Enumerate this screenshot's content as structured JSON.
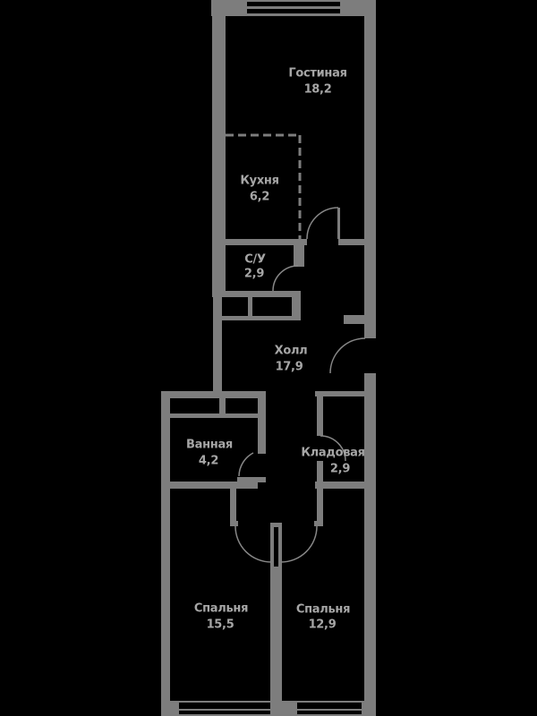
{
  "plan": {
    "kind": "apartment-floor-plan",
    "colors": {
      "background": "#000000",
      "walls": "#7d7d7d",
      "door_arcs": "#878787",
      "window_glass": "#000000",
      "label_text": "#a6a6a6"
    },
    "rooms": [
      {
        "id": "gostinaya",
        "name": "Гостиная",
        "area": "18,2"
      },
      {
        "id": "kuhnya",
        "name": "Кухня",
        "area": "6,2"
      },
      {
        "id": "su",
        "name": "С/У",
        "area": "2,9"
      },
      {
        "id": "holl",
        "name": "Холл",
        "area": "17,9"
      },
      {
        "id": "vannaya",
        "name": "Ванная",
        "area": "4,2"
      },
      {
        "id": "kladovaya",
        "name": "Кладовая",
        "area": "2,9"
      },
      {
        "id": "spalnya_1",
        "name": "Спальня",
        "area": "15,5"
      },
      {
        "id": "spalnya_2",
        "name": "Спальня",
        "area": "12,9"
      }
    ]
  }
}
